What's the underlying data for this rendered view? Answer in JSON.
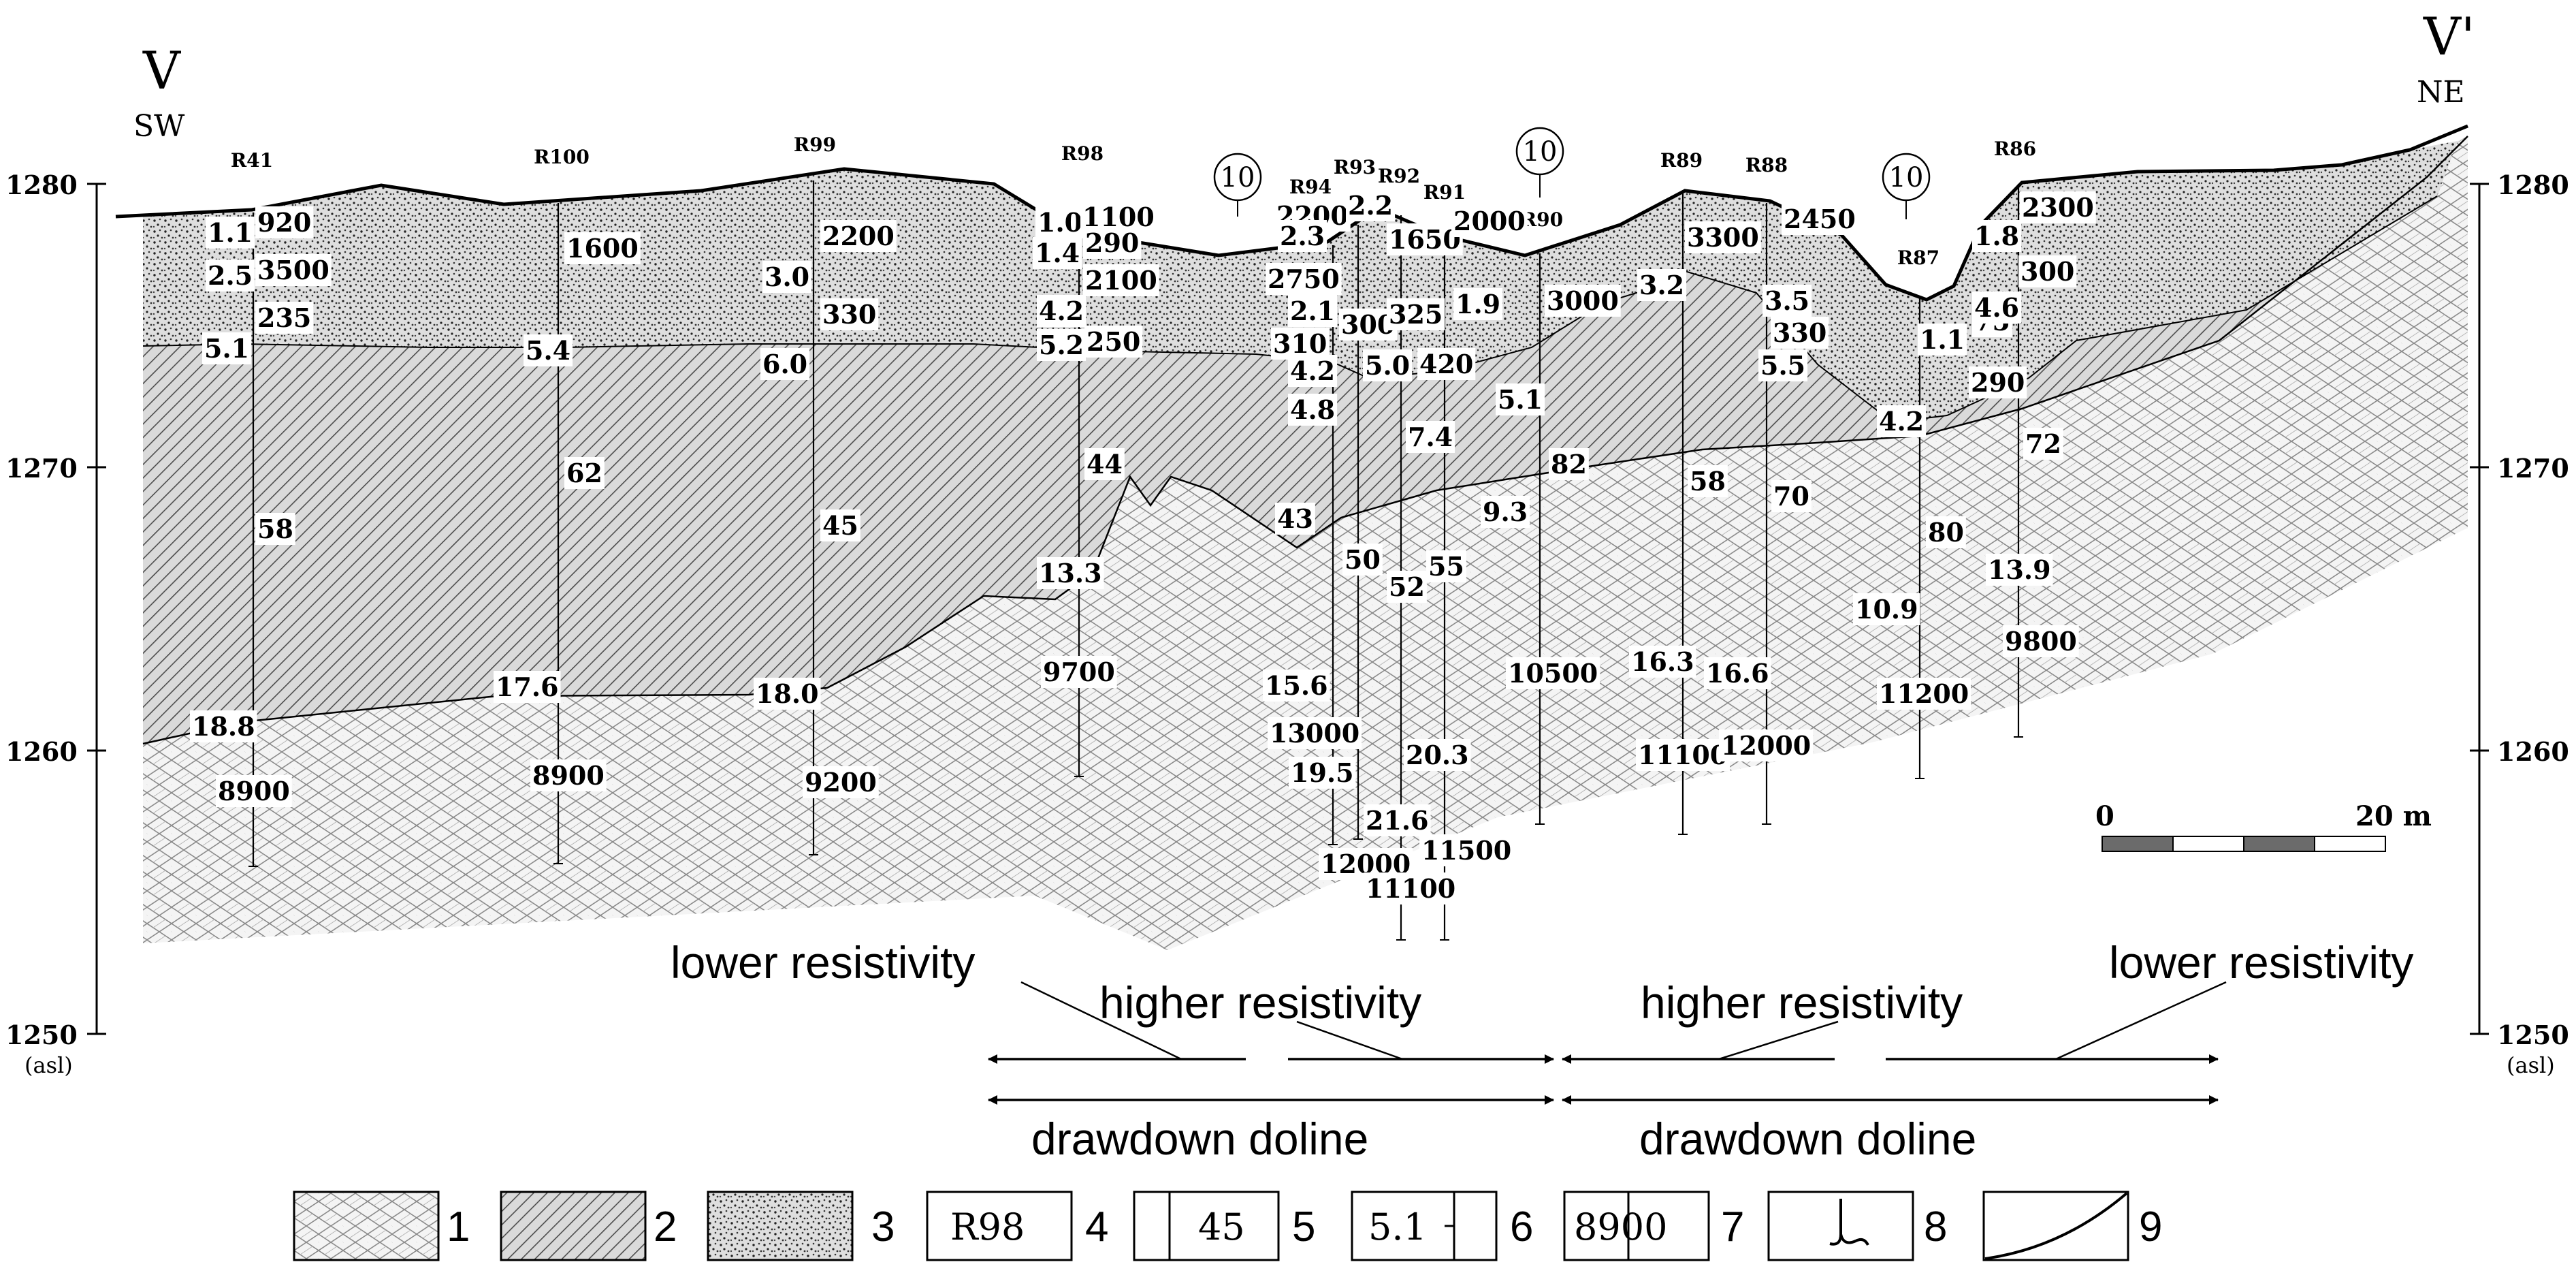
{
  "profile": {
    "left_name": "V",
    "left_dir": "SW",
    "right_name": "V'",
    "right_dir": "NE"
  },
  "elevation_axis": {
    "ticks": [
      "1280",
      "1270",
      "1260",
      "1250"
    ],
    "unit_left": "(asl)",
    "unit_right": "(asl)"
  },
  "boreholes": [
    "R41",
    "R100",
    "R99",
    "R98",
    "R94",
    "R93",
    "R92",
    "R91",
    "R90",
    "R89",
    "R88",
    "R87",
    "R86"
  ],
  "circle_markers": [
    "10",
    "10",
    "10"
  ],
  "labels": [
    "1.1",
    "920",
    "2.5",
    "3500",
    "235",
    "5.1",
    "58",
    "18.8",
    "8900",
    "1600",
    "5.4",
    "62",
    "17.6",
    "8900",
    "2200",
    "3.0",
    "330",
    "6.0",
    "45",
    "18.0",
    "9200",
    "1.0",
    "1100",
    "1.4",
    "290",
    "2100",
    "4.2",
    "5.2",
    "250",
    "44",
    "13.3",
    "9700",
    "2200",
    "2.3",
    "2.2",
    "2750",
    "1650",
    "2000",
    "2.1",
    "300",
    "325",
    "1.9",
    "310",
    "5.0",
    "420",
    "4.2",
    "4.8",
    "43",
    "7.4",
    "50",
    "52",
    "55",
    "15.6",
    "13000",
    "19.5",
    "20.3",
    "21.6",
    "12000",
    "11500",
    "11100",
    "3000",
    "5.1",
    "82",
    "9.3",
    "10500",
    "3300",
    "3.2",
    "3.5",
    "2450",
    "330",
    "5.5",
    "58",
    "70",
    "16.3",
    "16.6",
    "11100",
    "12000",
    "2300",
    "1.8",
    "300",
    "1.1",
    "75",
    "4.6",
    "290",
    "4.2",
    "72",
    "80",
    "10.9",
    "13.9",
    "11200",
    "9800"
  ],
  "scale_bar": {
    "start": "0",
    "end": "20 m"
  },
  "annotations": {
    "lower_left": "lower resistivity",
    "higher_left": "higher resistivity",
    "higher_right": "higher resistivity",
    "lower_right": "lower resistivity",
    "doline_left": "drawdown doline",
    "doline_right": "drawdown doline"
  },
  "legend": [
    {
      "num": "1",
      "sample": ""
    },
    {
      "num": "2",
      "sample": ""
    },
    {
      "num": "3",
      "sample": ""
    },
    {
      "num": "4",
      "sample": "R98"
    },
    {
      "num": "5",
      "sample": "45"
    },
    {
      "num": "6",
      "sample": "5.1"
    },
    {
      "num": "7",
      "sample": "8900"
    },
    {
      "num": "8",
      "sample": ""
    },
    {
      "num": "9",
      "sample": ""
    }
  ]
}
